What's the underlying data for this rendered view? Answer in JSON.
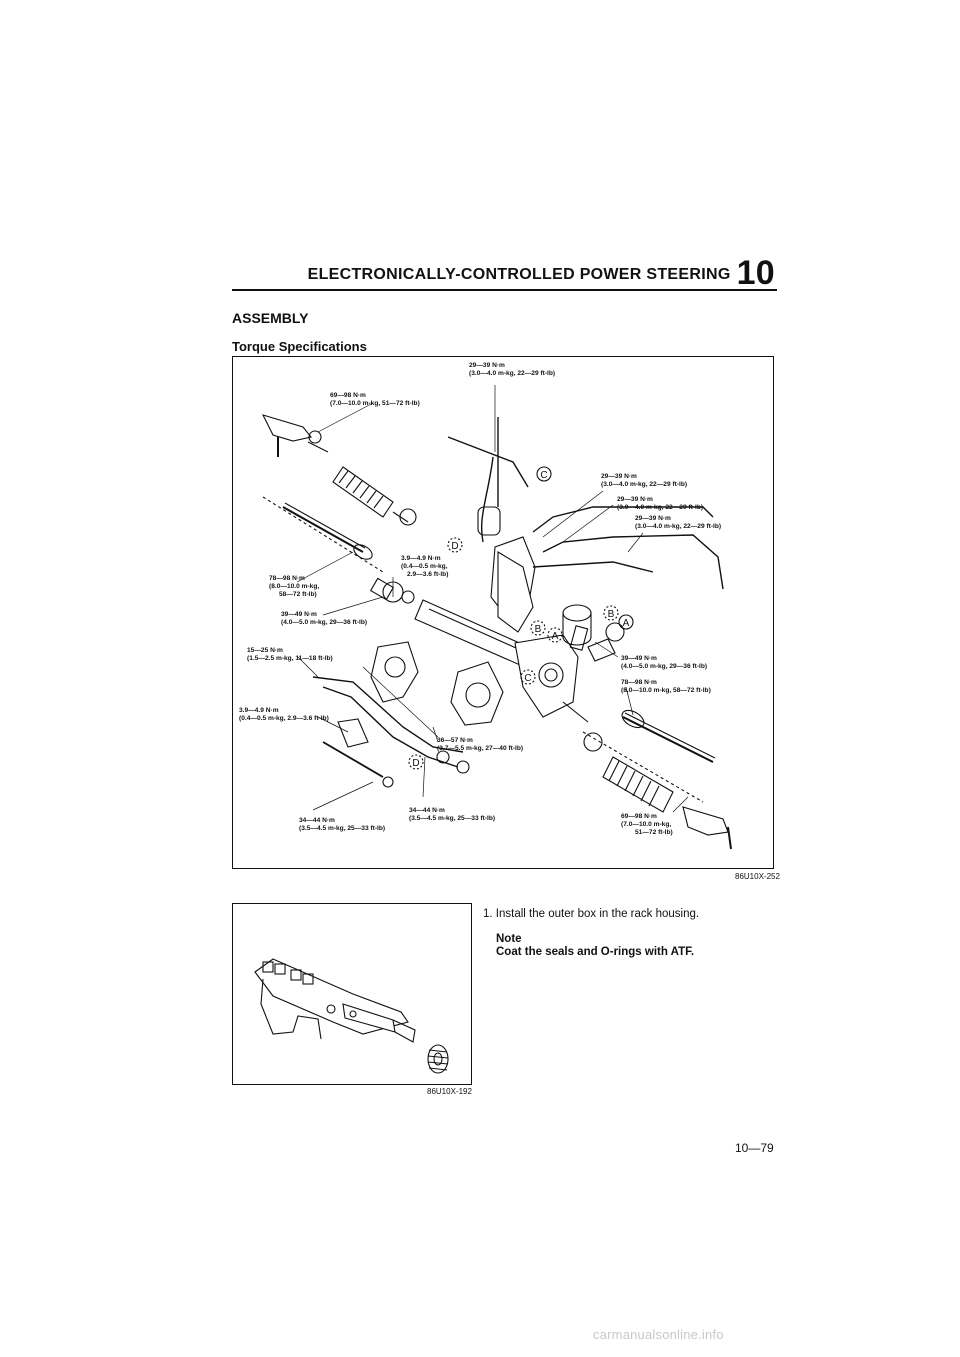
{
  "header": {
    "title": "ELECTRONICALLY-CONTROLLED POWER STEERING",
    "chapter": "10"
  },
  "section": {
    "heading": "ASSEMBLY",
    "subheading": "Torque Specifications"
  },
  "figure1": {
    "code": "86U10X-252",
    "torque_labels": [
      {
        "l1": "29—39 N·m",
        "l2": "(3.0—4.0 m-kg, 22—29 ft-lb)"
      },
      {
        "l1": "69—98 N·m",
        "l2": "(7.0—10.0 m-kg, 51—72 ft-lb)"
      },
      {
        "l1": "29—39 N·m",
        "l2": "(3.0—4.0 m-kg, 22—29 ft-lb)"
      },
      {
        "l1": "29—39 N·m",
        "l2": "(3.0—4.0 m-kg, 22—29 ft-lb)"
      },
      {
        "l1": "29—39 N·m",
        "l2": "(3.0—4.0 m-kg, 22—29 ft-lb)"
      },
      {
        "l1": "3.9—4.9 N·m",
        "l2": "(0.4—0.5 m-kg,",
        "l3": "2.9—3.6 ft-lb)"
      },
      {
        "l1": "78—98 N·m",
        "l2": "(8.0—10.0 m-kg,",
        "l3": "58—72 ft-lb)"
      },
      {
        "l1": "39—49 N·m",
        "l2": "(4.0—5.0 m-kg, 29—36 ft-lb)"
      },
      {
        "l1": "15—25 N·m",
        "l2": "(1.5—2.5 m-kg, 11—18 ft-lb)"
      },
      {
        "l1": "3.9—4.9 N·m",
        "l2": "(0.4—0.5 m-kg, 2.9—3.6 ft-lb)"
      },
      {
        "l1": "39—49 N·m",
        "l2": "(4.0—5.0 m-kg, 29—36 ft-lb)"
      },
      {
        "l1": "78—98 N·m",
        "l2": "(8.0—10.0 m-kg, 58—72 ft-lb)"
      },
      {
        "l1": "36—57 N·m",
        "l2": "(3.7—5.5 m-kg, 27—40 ft-lb)"
      },
      {
        "l1": "34—44 N·m",
        "l2": "(3.5—4.5 m-kg, 25—33 ft-lb)"
      },
      {
        "l1": "34—44 N·m",
        "l2": "(3.5—4.5 m-kg, 25—33 ft-lb)"
      },
      {
        "l1": "69—98 N·m",
        "l2": "(7.0—10.0 m-kg,",
        "l3": "51—72 ft-lb)"
      }
    ],
    "callouts": [
      "A",
      "B",
      "C",
      "D"
    ]
  },
  "figure2": {
    "code": "86U10X-192"
  },
  "instruction": {
    "step": "1. Install the outer box in the rack housing.",
    "note_label": "Note",
    "note_text": "Coat the seals and O-rings with ATF."
  },
  "page_number": "10—79",
  "watermark": "carmanualsonline.info"
}
